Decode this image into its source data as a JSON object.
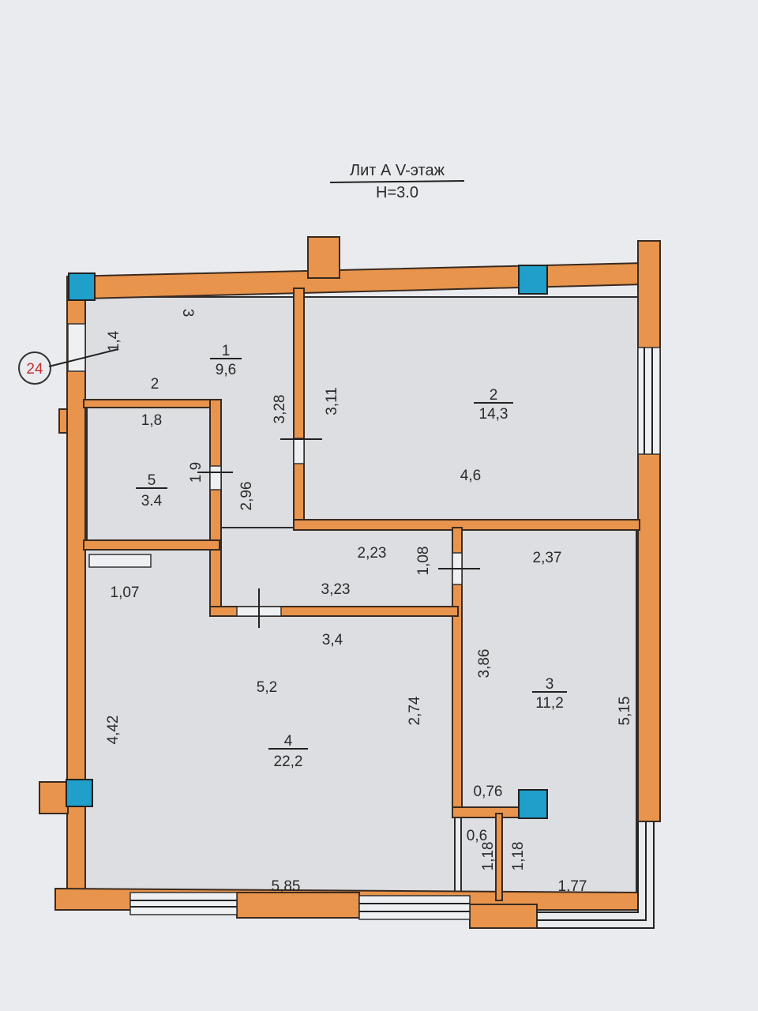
{
  "title": {
    "line1": "Лит А V-этаж",
    "line2": "Н=3.0"
  },
  "marker": "24",
  "colors": {
    "wall": "#e8944c",
    "shaft": "#1f9fc9",
    "room": "#dcdee2",
    "paper": "#e9ebee"
  },
  "rooms": [
    {
      "number": "1",
      "area": "9,6"
    },
    {
      "number": "2",
      "area": "14,3"
    },
    {
      "number": "3",
      "area": "11,2"
    },
    {
      "number": "4",
      "area": "22,2"
    },
    {
      "number": "5",
      "area": "3.4"
    }
  ],
  "dimensions": [
    "3",
    "1,4",
    "2",
    "1,8",
    "1,9",
    "2,96",
    "3,28",
    "3,11",
    "4,6",
    "2,23",
    "1,08",
    "2,37",
    "1,07",
    "3,23",
    "3,4",
    "5,2",
    "4,42",
    "2,74",
    "3,86",
    "5,15",
    "0,76",
    "0,6",
    "1,18",
    "1,18",
    "5,85",
    "1,77"
  ]
}
